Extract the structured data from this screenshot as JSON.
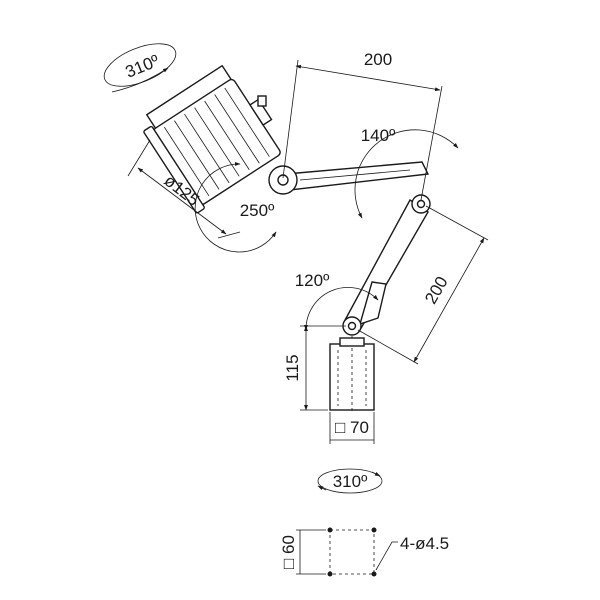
{
  "labels": {
    "head_rotation": "310º",
    "base_rotation": "310º",
    "head_diameter": "ø125",
    "head_tilt": "250º",
    "upper_arm_length": "200",
    "elbow_angle": "140º",
    "lower_arm_length": "200",
    "shoulder_angle": "120º",
    "base_height": "115",
    "base_width": "□ 70",
    "mount_square": "□ 60",
    "mount_holes": "4-ø4.5"
  }
}
